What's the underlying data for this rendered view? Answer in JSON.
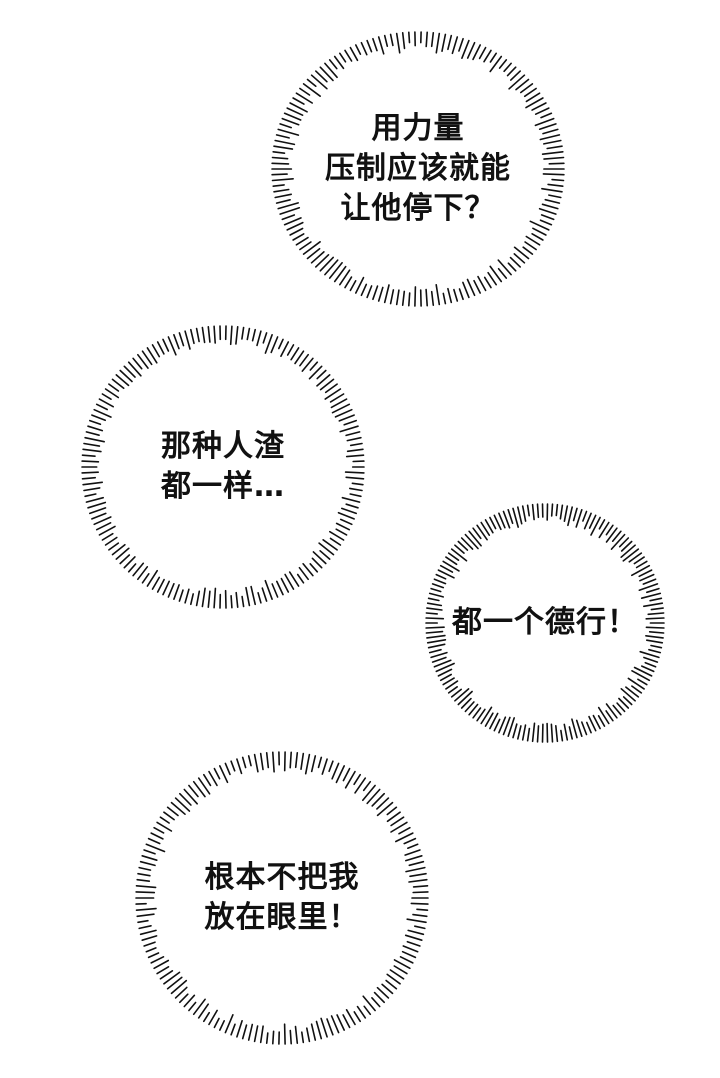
{
  "bubbles": [
    {
      "lines": [
        "用力量",
        "压制应该就能",
        "让他停下？"
      ]
    },
    {
      "lines": [
        "那种人渣",
        "都一样…"
      ]
    },
    {
      "lines": [
        "都一个德行！"
      ]
    },
    {
      "lines": [
        "根本不把我",
        "放在眼里！"
      ]
    }
  ],
  "colors": {
    "background": "#ffffff",
    "ink": "#111111"
  }
}
